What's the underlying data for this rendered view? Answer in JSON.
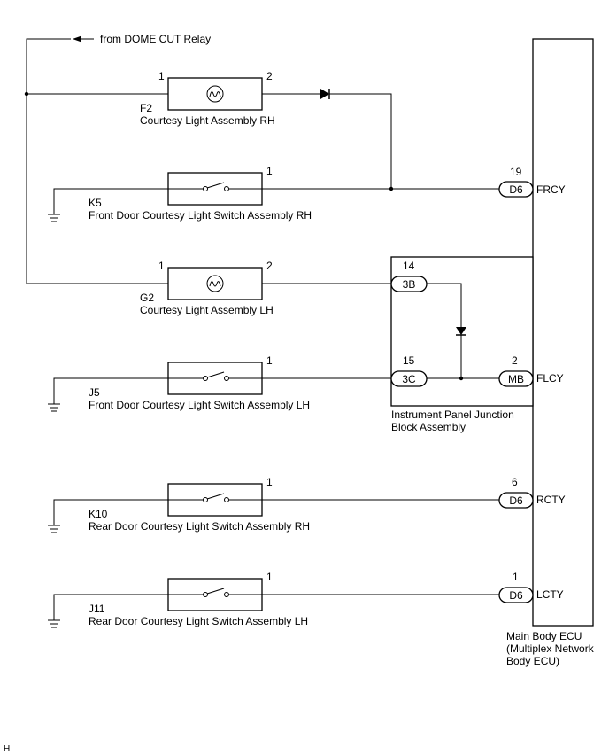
{
  "source": {
    "label": "from DOME CUT Relay"
  },
  "rows": [
    {
      "kind": "lamp",
      "pin_left": "1",
      "pin_right": "2",
      "code": "F2",
      "name": "Courtesy Light Assembly RH"
    },
    {
      "kind": "switch",
      "pin_right": "1",
      "code": "K5",
      "name": "Front Door Courtesy Light Switch Assembly RH"
    },
    {
      "kind": "lamp",
      "pin_left": "1",
      "pin_right": "2",
      "code": "G2",
      "name": "Courtesy Light Assembly LH"
    },
    {
      "kind": "switch",
      "pin_right": "1",
      "code": "J5",
      "name": "Front Door Courtesy Light Switch Assembly LH"
    },
    {
      "kind": "switch",
      "pin_right": "1",
      "code": "K10",
      "name": "Rear Door Courtesy Light Switch Assembly RH"
    },
    {
      "kind": "switch",
      "pin_right": "1",
      "code": "J11",
      "name": "Rear Door Courtesy Light Switch Assembly LH"
    }
  ],
  "ecu": {
    "name_lines": [
      "Main Body ECU",
      "(Multiplex Network",
      "Body ECU)"
    ],
    "terminals": [
      {
        "pin": "19",
        "connector": "D6",
        "signal": "FRCY"
      },
      {
        "pin": "2",
        "connector": "MB",
        "signal": "FLCY"
      },
      {
        "pin": "6",
        "connector": "D6",
        "signal": "RCTY"
      },
      {
        "pin": "1",
        "connector": "D6",
        "signal": "LCTY"
      }
    ]
  },
  "junction_block": {
    "name_lines": [
      "Instrument Panel Junction",
      "Block Assembly"
    ],
    "terminals": [
      {
        "pin": "14",
        "connector": "3B"
      },
      {
        "pin": "15",
        "connector": "3C"
      }
    ]
  },
  "corner_mark": "H"
}
